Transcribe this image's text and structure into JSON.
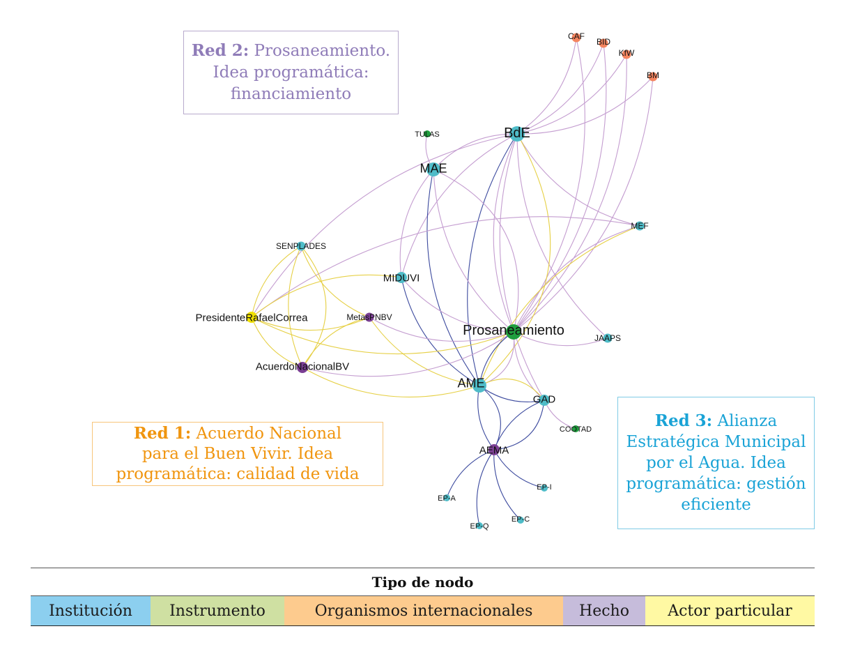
{
  "colors": {
    "institucion": "#4fbcc8",
    "instrumento": "#1f9e3e",
    "organismo": "#f4845f",
    "hecho": "#7b3f94",
    "actor": "#f0e000",
    "edge_red1": "#e6d046",
    "edge_red2": "#c49dd0",
    "edge_red3": "#3c4a9e"
  },
  "boxes": {
    "red2": {
      "bold": "Red 2:",
      "text": "Prosaneamiento.",
      "line2": "Idea programática:",
      "line3": "financiamiento"
    },
    "red1": {
      "bold": "Red 1:",
      "text": "Acuerdo Nacional",
      "line2": "para el Buen Vivir. Idea",
      "line3": "programática: calidad de vida"
    },
    "red3": {
      "bold": "Red 3:",
      "text": "Alianza",
      "line2": "Estratégica Municipal",
      "line3": "por el Agua. Idea",
      "line4": "programática: gestión",
      "line5": "eficiente"
    }
  },
  "legend": {
    "title": "Tipo de nodo",
    "items": [
      {
        "label": "Institución",
        "color": "#8ccfef"
      },
      {
        "label": "Instrumento",
        "color": "#cfe0a2"
      },
      {
        "label": "Organismos internacionales",
        "color": "#fdcb8e"
      },
      {
        "label": "Hecho",
        "color": "#c6bcdb"
      },
      {
        "label": "Actor particular",
        "color": "#fff9a3"
      }
    ]
  },
  "graph": {
    "nodes": [
      {
        "id": "BdE",
        "label": "BdE",
        "type": "institucion",
        "size": "xl"
      },
      {
        "id": "CAF",
        "label": "CAF",
        "type": "organismo",
        "size": "s"
      },
      {
        "id": "BID",
        "label": "BID",
        "type": "organismo",
        "size": "s"
      },
      {
        "id": "KfW",
        "label": "KfW",
        "type": "organismo",
        "size": "s"
      },
      {
        "id": "BM",
        "label": "BM",
        "type": "organismo",
        "size": "s"
      },
      {
        "id": "TULAS",
        "label": "TULAS",
        "type": "instrumento",
        "size": "xs"
      },
      {
        "id": "MAE",
        "label": "MAE",
        "type": "institucion",
        "size": "l"
      },
      {
        "id": "MEF",
        "label": "MEF",
        "type": "institucion",
        "size": "s"
      },
      {
        "id": "SENPLADES",
        "label": "SENPLADES",
        "type": "institucion",
        "size": "s"
      },
      {
        "id": "MIDUVI",
        "label": "MIDUVI",
        "type": "institucion",
        "size": "m"
      },
      {
        "id": "PresidenteRafaelCorrea",
        "label": "PresidenteRafaelCorrea",
        "type": "actor",
        "size": "m"
      },
      {
        "id": "MetasPNBV",
        "label": "MetasPNBV",
        "type": "hecho",
        "size": "s"
      },
      {
        "id": "Prosaneamiento",
        "label": "Prosaneamiento",
        "type": "instrumento",
        "size": "xl"
      },
      {
        "id": "JAAPS",
        "label": "JAAPS",
        "type": "institucion",
        "size": "s"
      },
      {
        "id": "AcuerdoNacionalBV",
        "label": "AcuerdoNacionalBV",
        "type": "hecho",
        "size": "m"
      },
      {
        "id": "AME",
        "label": "AME",
        "type": "institucion",
        "size": "l"
      },
      {
        "id": "GAD",
        "label": "GAD",
        "type": "institucion",
        "size": "m"
      },
      {
        "id": "COOTAD",
        "label": "COOTAD",
        "type": "instrumento",
        "size": "xs"
      },
      {
        "id": "AEMA",
        "label": "AEMA",
        "type": "hecho",
        "size": "m"
      },
      {
        "id": "EP-I",
        "label": "EP-I",
        "type": "institucion",
        "size": "xs"
      },
      {
        "id": "EP-A",
        "label": "EP-A",
        "type": "institucion",
        "size": "xs"
      },
      {
        "id": "EP-C",
        "label": "EP-C",
        "type": "institucion",
        "size": "xs"
      },
      {
        "id": "EP-Q",
        "label": "EP-Q",
        "type": "institucion",
        "size": "xs"
      }
    ],
    "edges": [
      {
        "s": "BdE",
        "t": "CAF",
        "red": "red2"
      },
      {
        "s": "BdE",
        "t": "BID",
        "red": "red2"
      },
      {
        "s": "BdE",
        "t": "KfW",
        "red": "red2"
      },
      {
        "s": "BdE",
        "t": "BM",
        "red": "red2"
      },
      {
        "s": "Prosaneamiento",
        "t": "CAF",
        "red": "red2"
      },
      {
        "s": "Prosaneamiento",
        "t": "BID",
        "red": "red2"
      },
      {
        "s": "Prosaneamiento",
        "t": "KfW",
        "red": "red2"
      },
      {
        "s": "Prosaneamiento",
        "t": "BM",
        "red": "red2"
      },
      {
        "s": "BdE",
        "t": "Prosaneamiento",
        "red": "red2"
      },
      {
        "s": "BdE",
        "t": "MAE",
        "red": "red2"
      },
      {
        "s": "BdE",
        "t": "MIDUVI",
        "red": "red2"
      },
      {
        "s": "BdE",
        "t": "MEF",
        "red": "red2"
      },
      {
        "s": "BdE",
        "t": "PresidenteRafaelCorrea",
        "red": "red2"
      },
      {
        "s": "BdE",
        "t": "JAAPS",
        "red": "red2"
      },
      {
        "s": "BdE",
        "t": "AME",
        "red": "red3"
      },
      {
        "s": "BdE",
        "t": "AME",
        "red": "red1"
      },
      {
        "s": "BdE",
        "t": "GAD",
        "red": "red2"
      },
      {
        "s": "TULAS",
        "t": "MAE",
        "red": "red2"
      },
      {
        "s": "MAE",
        "t": "Prosaneamiento",
        "red": "red2"
      },
      {
        "s": "MAE",
        "t": "MIDUVI",
        "red": "red2"
      },
      {
        "s": "MAE",
        "t": "AME",
        "red": "red3"
      },
      {
        "s": "MAE",
        "t": "Prosaneamiento",
        "red": "red2"
      },
      {
        "s": "MEF",
        "t": "Prosaneamiento",
        "red": "red2"
      },
      {
        "s": "MEF",
        "t": "PresidenteRafaelCorrea",
        "red": "red2"
      },
      {
        "s": "MEF",
        "t": "AME",
        "red": "red1"
      },
      {
        "s": "MIDUVI",
        "t": "Prosaneamiento",
        "red": "red2"
      },
      {
        "s": "MIDUVI",
        "t": "AME",
        "red": "red3"
      },
      {
        "s": "MIDUVI",
        "t": "PresidenteRafaelCorrea",
        "red": "red1"
      },
      {
        "s": "SENPLADES",
        "t": "PresidenteRafaelCorrea",
        "red": "red1"
      },
      {
        "s": "SENPLADES",
        "t": "AcuerdoNacionalBV",
        "red": "red1"
      },
      {
        "s": "SENPLADES",
        "t": "AcuerdoNacionalBV",
        "red": "red1"
      },
      {
        "s": "SENPLADES",
        "t": "MetasPNBV",
        "red": "red1"
      },
      {
        "s": "PresidenteRafaelCorrea",
        "t": "AcuerdoNacionalBV",
        "red": "red1"
      },
      {
        "s": "PresidenteRafaelCorrea",
        "t": "MetasPNBV",
        "red": "red1"
      },
      {
        "s": "PresidenteRafaelCorrea",
        "t": "Prosaneamiento",
        "red": "red1"
      },
      {
        "s": "MetasPNBV",
        "t": "AcuerdoNacionalBV",
        "red": "red1"
      },
      {
        "s": "MetasPNBV",
        "t": "AME",
        "red": "red1"
      },
      {
        "s": "MetasPNBV",
        "t": "Prosaneamiento",
        "red": "red2"
      },
      {
        "s": "AcuerdoNacionalBV",
        "t": "Prosaneamiento",
        "red": "red2"
      },
      {
        "s": "AcuerdoNacionalBV",
        "t": "AME",
        "red": "red1"
      },
      {
        "s": "Prosaneamiento",
        "t": "JAAPS",
        "red": "red2"
      },
      {
        "s": "Prosaneamiento",
        "t": "AME",
        "red": "red3"
      },
      {
        "s": "Prosaneamiento",
        "t": "AME",
        "red": "red2"
      },
      {
        "s": "Prosaneamiento",
        "t": "GAD",
        "red": "red2"
      },
      {
        "s": "AME",
        "t": "GAD",
        "red": "red3"
      },
      {
        "s": "AME",
        "t": "GAD",
        "red": "red1"
      },
      {
        "s": "AME",
        "t": "AEMA",
        "red": "red3"
      },
      {
        "s": "AME",
        "t": "AEMA",
        "red": "red3"
      },
      {
        "s": "GAD",
        "t": "AEMA",
        "red": "red3"
      },
      {
        "s": "GAD",
        "t": "AEMA",
        "red": "red3"
      },
      {
        "s": "GAD",
        "t": "COOTAD",
        "red": "red2"
      },
      {
        "s": "AEMA",
        "t": "EP-I",
        "red": "red3"
      },
      {
        "s": "AEMA",
        "t": "EP-A",
        "red": "red3"
      },
      {
        "s": "AEMA",
        "t": "EP-C",
        "red": "red3"
      },
      {
        "s": "AEMA",
        "t": "EP-Q",
        "red": "red3"
      }
    ]
  }
}
